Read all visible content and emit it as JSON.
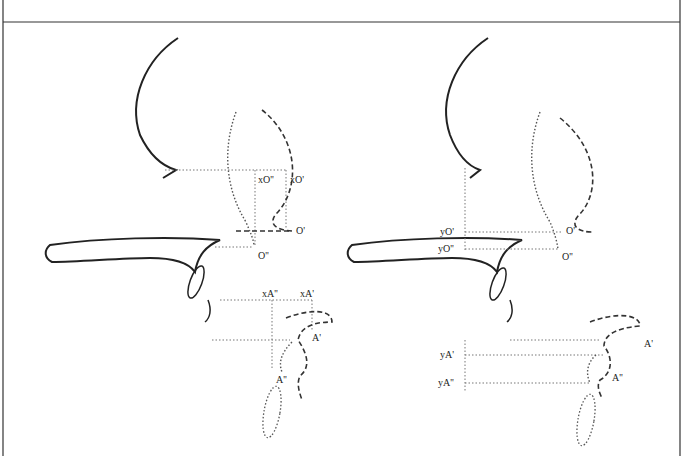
{
  "diagram": {
    "labels": [
      "xO''",
      "xO'",
      "O'",
      "O''",
      "xA''",
      "xA'",
      "A'",
      "A''",
      "yO'",
      "yO''",
      "O'",
      "O''",
      "yA'",
      "yA''",
      "A'",
      "A''"
    ]
  }
}
